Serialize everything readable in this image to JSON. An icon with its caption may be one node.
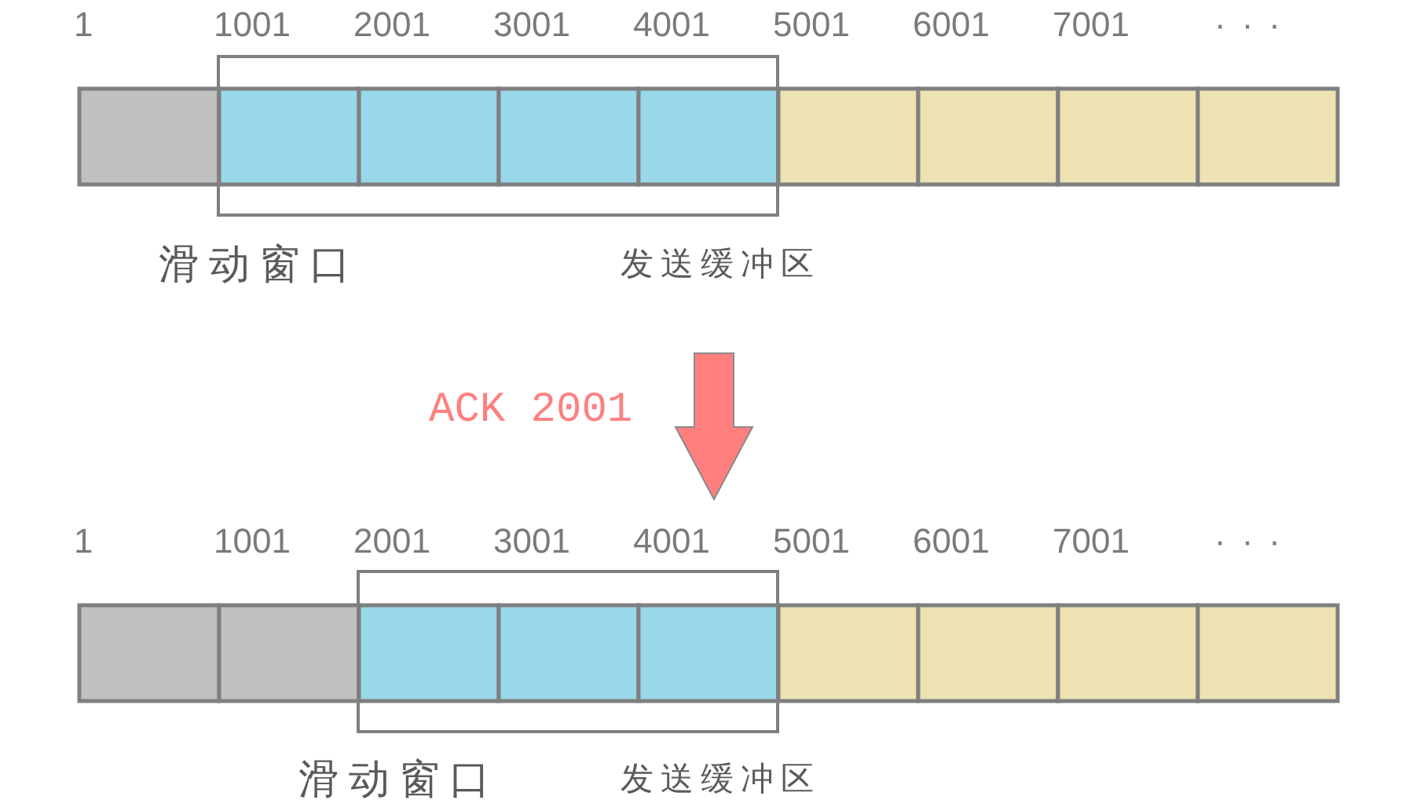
{
  "diagram": {
    "nodes": [
      {
        "text": [
          "滑动窗口"
        ]
      },
      {
        "text": [
          "滑动窗口"
        ]
      }
    ],
    "labels": [
      "1",
      "1001",
      "2001",
      "3001",
      "4001",
      "5001",
      "6001",
      "7001",
      "···",
      "发送缓冲区",
      "ACK 2001",
      "1",
      "1001",
      "2001",
      "3001",
      "4001",
      "5001",
      "6001",
      "7001",
      "···",
      "发送缓冲区"
    ]
  }
}
